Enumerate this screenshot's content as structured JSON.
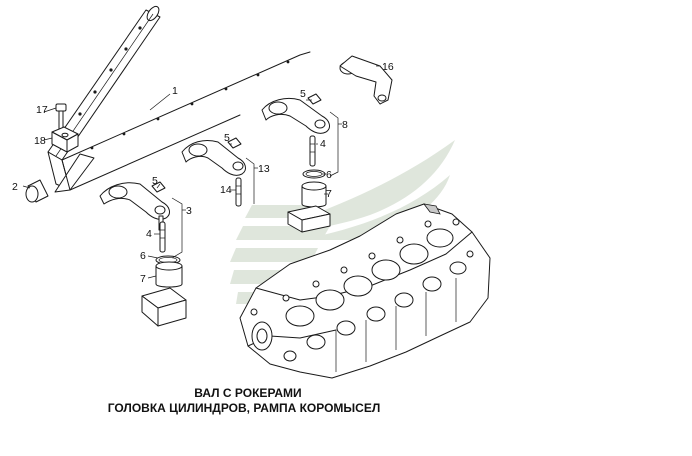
{
  "caption": {
    "line1": "ВАЛ С РОКЕРАМИ",
    "line2": "ГОЛОВКА ЦИЛИНДРОВ, РАМПА КОРОМЫСЕЛ"
  },
  "callouts": [
    "1",
    "2",
    "3",
    "4",
    "4",
    "5",
    "5",
    "5",
    "6",
    "6",
    "7",
    "7",
    "8",
    "13",
    "14",
    "16",
    "17",
    "18"
  ],
  "watermark": {
    "icon": "winged-logo-watermark",
    "color": "#dfe6dc"
  }
}
